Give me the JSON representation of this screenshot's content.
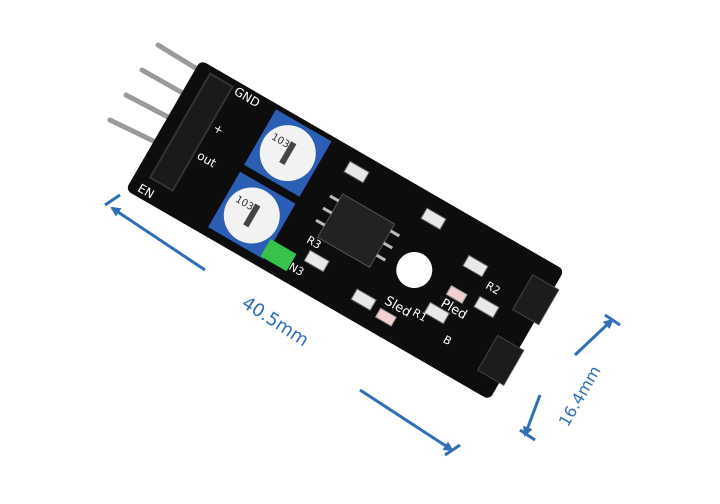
{
  "image": {
    "subject": "infrared-obstacle-sensor-module",
    "board_color": "#0d0d0d",
    "trim_pot_color": "#2a5fb5",
    "jumper_color": "#39c24a",
    "dimension_color": "#2f6fb5"
  },
  "board_labels": {
    "gnd": "GND",
    "out": "out",
    "plus": "+",
    "en": "EN",
    "pot_top": "103",
    "pot_bottom": "103",
    "r3": "R3",
    "r2": "R2",
    "r1": "R1",
    "n3": "N3",
    "pled": "Pled",
    "sled": "Sled",
    "b": "B"
  },
  "dimensions": {
    "length": "40.5mm",
    "width": "16.4mm"
  }
}
